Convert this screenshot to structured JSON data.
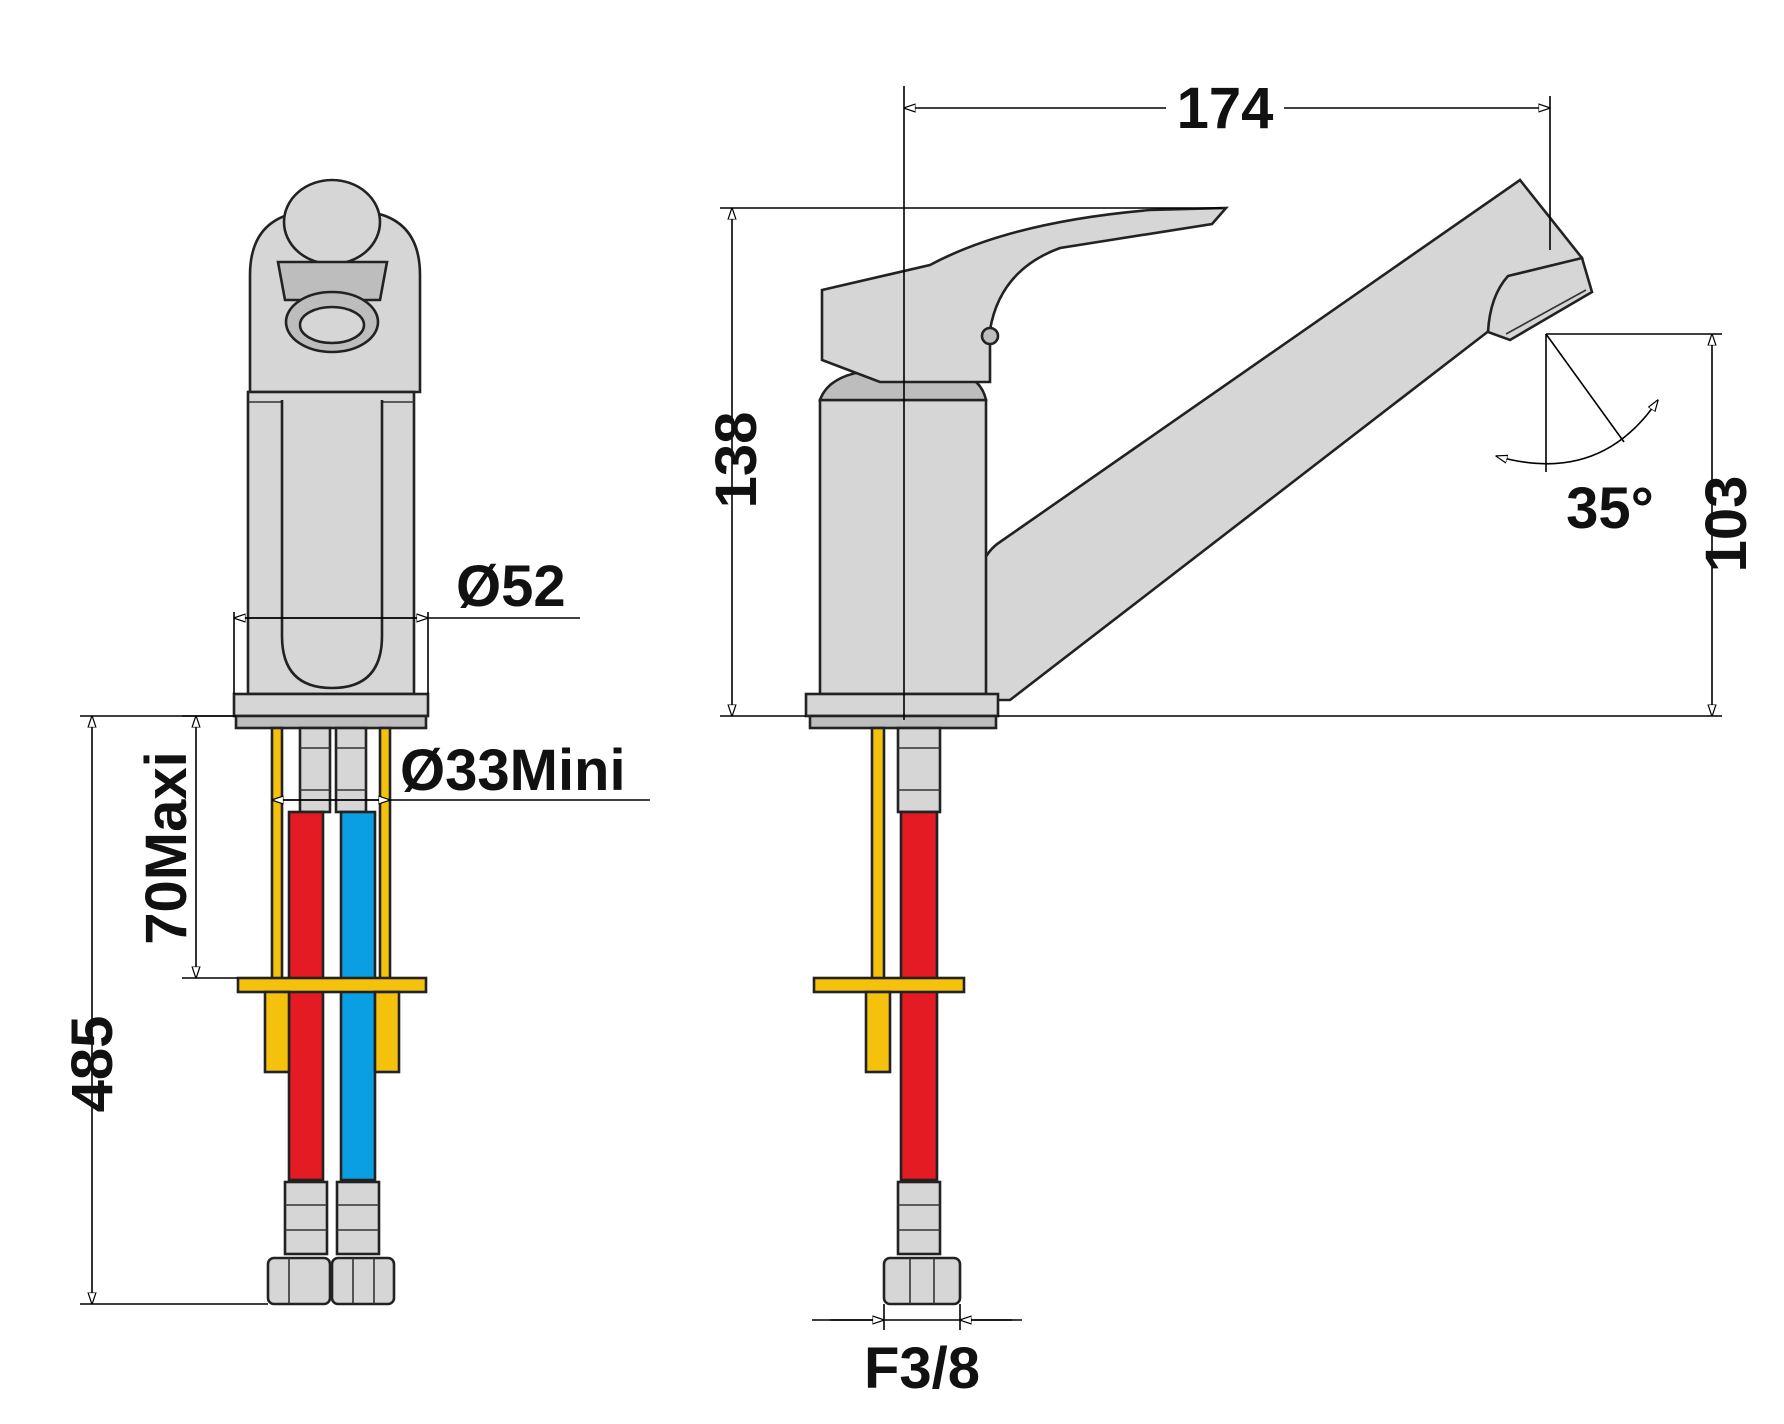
{
  "dimensions": {
    "width_total": "174",
    "height_total": "138",
    "spout_height": "103",
    "swivel_angle": "35°",
    "base_diameter": "Ø52",
    "hole_diameter": "Ø33Mini",
    "deck_thickness": "70Maxi",
    "hose_length": "485",
    "connector_thread": "F3/8"
  },
  "colors": {
    "chrome_body": "#d6d6d6",
    "chrome_dark": "#bdbdbd",
    "stud_yellow": "#f4c20d",
    "hose_hot": "#e51b24",
    "hose_cold": "#0a9ee2",
    "outline": "#222222",
    "dimension_line": "#000000",
    "background": "#ffffff"
  }
}
